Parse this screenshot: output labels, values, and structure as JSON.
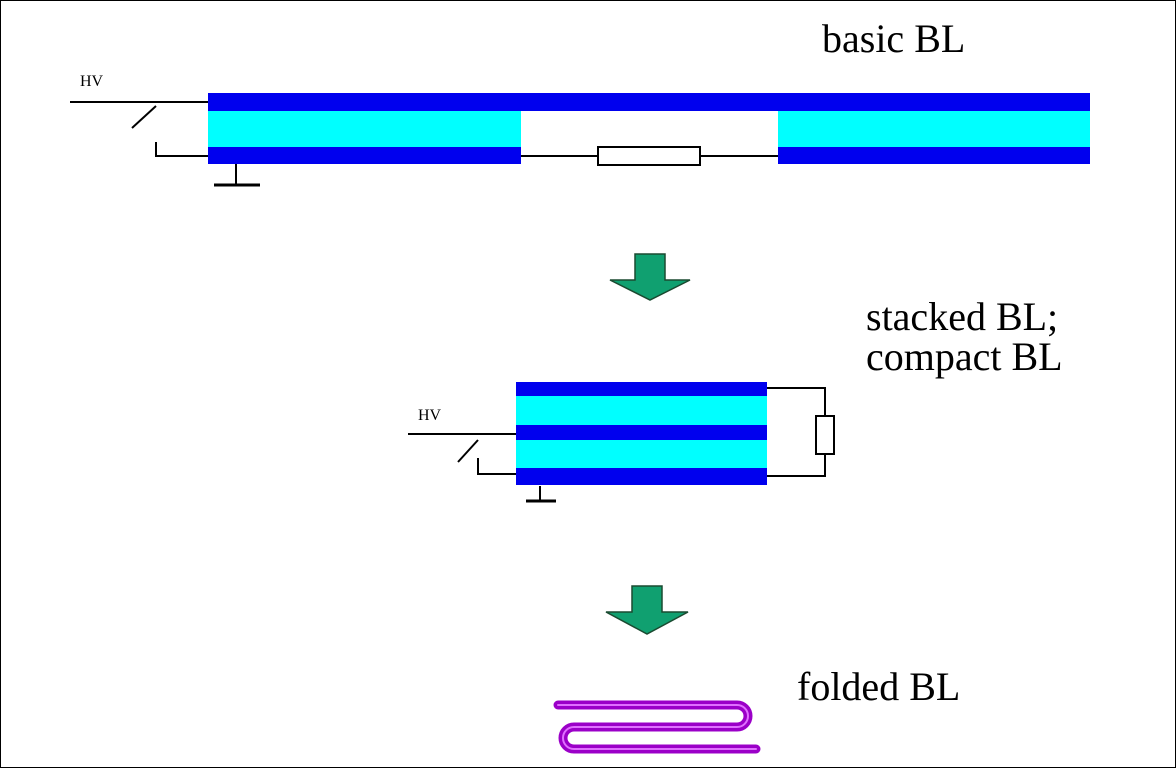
{
  "labels": {
    "basic": "basic BL",
    "stacked_line1": "stacked BL;",
    "stacked_line2": "compact BL",
    "folded": "folded BL",
    "hv_top": "HV",
    "hv_mid": "HV"
  },
  "colors": {
    "conductor": "#0000ee",
    "dielectric": "#00ffff",
    "arrow_fill": "#10a070",
    "arrow_stroke": "#1a4a30",
    "folded_line": "#9b00c8",
    "folded_highlight": "#e070ff",
    "wire": "#000000"
  },
  "icons": {
    "arrow": "down-arrow-icon",
    "folded": "folded-line-icon"
  }
}
